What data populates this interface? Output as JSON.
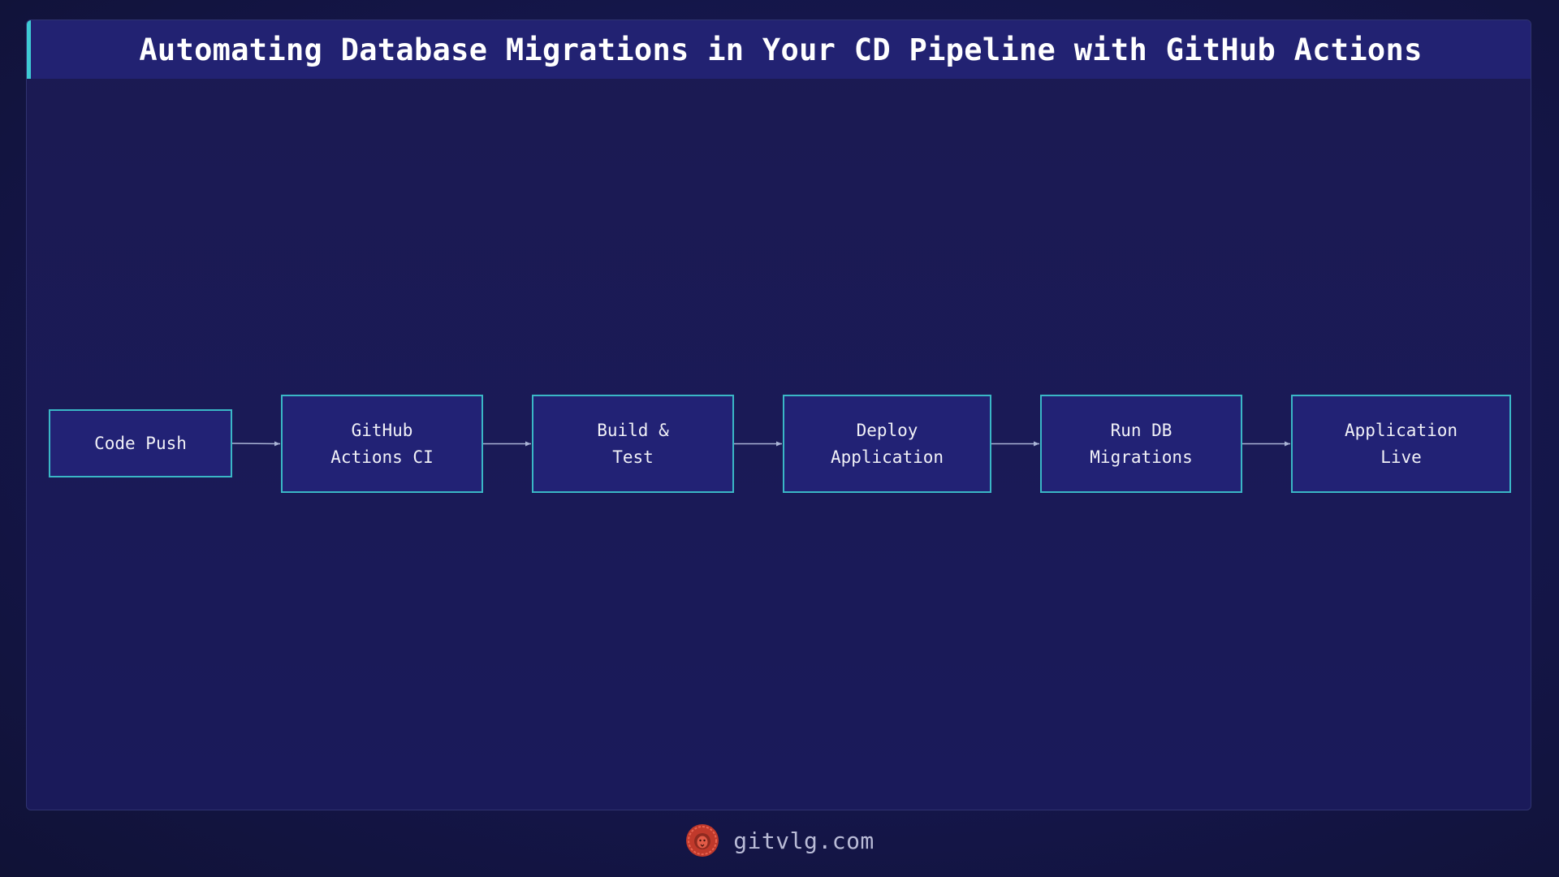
{
  "title": "Automating Database Migrations in Your CD Pipeline with GitHub Actions",
  "diagram": {
    "nodes": [
      {
        "id": "code-push",
        "label": "Code Push"
      },
      {
        "id": "github-actions-ci",
        "label": "GitHub\nActions CI"
      },
      {
        "id": "build-test",
        "label": "Build &\nTest"
      },
      {
        "id": "deploy-application",
        "label": "Deploy\nApplication"
      },
      {
        "id": "run-db-migrations",
        "label": "Run DB\nMigrations"
      },
      {
        "id": "application-live",
        "label": "Application\nLive"
      }
    ],
    "edges": [
      [
        "code-push",
        "github-actions-ci"
      ],
      [
        "github-actions-ci",
        "build-test"
      ],
      [
        "build-test",
        "deploy-application"
      ],
      [
        "deploy-application",
        "run-db-migrations"
      ],
      [
        "run-db-migrations",
        "application-live"
      ]
    ]
  },
  "footer": {
    "site": "gitvlg.com",
    "logo_icon": "lion-icon"
  },
  "colors": {
    "background": "#161750",
    "node_fill": "#222275",
    "node_border": "#3ab7c6",
    "title_accent": "#3ecad3",
    "arrow": "#aab4d6",
    "logo": "#c0392b"
  }
}
